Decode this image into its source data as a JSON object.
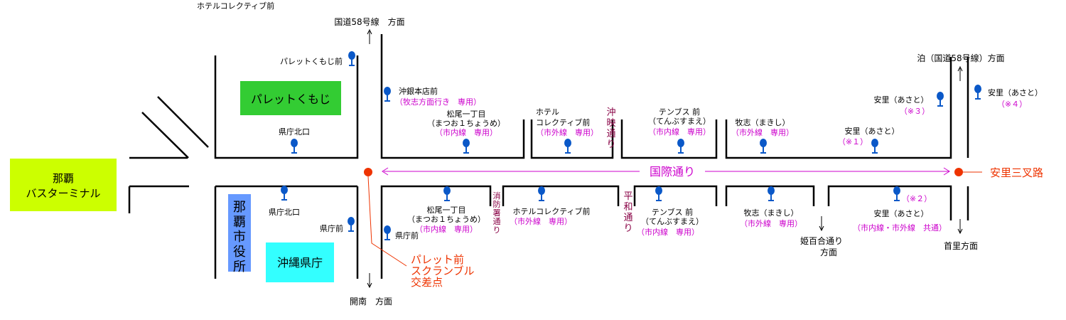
{
  "colors": {
    "road": "#000000",
    "stop": "#0a58c8",
    "purple": "#cc00cc",
    "red": "#ee3300",
    "plum": "#880044",
    "green": "#33cc33",
    "lime": "#ccff00",
    "cyan": "#33ffff",
    "blue": "#6699ff"
  },
  "header": {
    "caption": "ホテルコレクティブ前"
  },
  "directions": {
    "north_58": "国道58号線　方面",
    "south": "開南　方面",
    "tomari": "泊（国道58号線）方面",
    "shuri": "首里方面",
    "himeyuri_1": "姫百合通り",
    "himeyuri_2": "方面"
  },
  "streets": {
    "kokusai": "国際通り",
    "okiei": "沖映通り",
    "heiwa": "平和通り",
    "shobosho": "消防署通り"
  },
  "landmarks": {
    "terminal_1": "那覇",
    "terminal_2": "バスターミナル",
    "palette": "パレットくもじ",
    "city_hall": "那覇市役所",
    "pref_office": "沖縄県庁",
    "sansaro": "安里三叉路",
    "scramble_1": "パレット前",
    "scramble_2": "スクランブル",
    "scramble_3": "交差点"
  },
  "stops": {
    "palette_mae": "パレットくもじ前",
    "kencho_kita_n": "県庁北口",
    "kencho_kita_s": "県庁北口",
    "kenchomae_w": "県庁前",
    "kenchomae_e": "県庁前",
    "okigin": {
      "name": "沖銀本店前",
      "note": "（牧志方面行き　専用）"
    },
    "matsuo_n": {
      "name": "松尾一丁目",
      "kana": "（まつお１ちょうめ）",
      "note": "（市内線　専用）"
    },
    "hotel_n": {
      "name_1": "ホテル",
      "name_2": "コレクティブ前",
      "note": "（市外線　専用）"
    },
    "tenbusu_n": {
      "name": "テンブス 前",
      "kana": "（てんぶすまえ）",
      "note": "（市内線　専用）"
    },
    "makishi_n": {
      "name": "牧志（まきし）",
      "note": "（市外線　専用）"
    },
    "asato_1": {
      "name": "安里（あさと）",
      "note": "（※１）"
    },
    "asato_3": {
      "name": "安里（あさと）",
      "note": "（※３）"
    },
    "asato_4": {
      "name": "安里（あさと）",
      "note": "（※４）"
    },
    "matsuo_s": {
      "name": "松尾一丁目",
      "kana": "（まつお１ちょうめ）",
      "note": "（市内線　専用）"
    },
    "hotel_s": {
      "name": "ホテルコレクティブ前",
      "note": "（市外線　専用）"
    },
    "tenbusu_s": {
      "name": "テンブス 前",
      "kana": "（てんぶすまえ）",
      "note": "（市内線　専用）"
    },
    "makishi_s": {
      "name": "牧志（まきし）",
      "note": "（市外線　専用）"
    },
    "asato_2": {
      "mark": "（※２）",
      "name": "安里（あさと）",
      "note": "（市内線・市外線　共通）"
    }
  }
}
